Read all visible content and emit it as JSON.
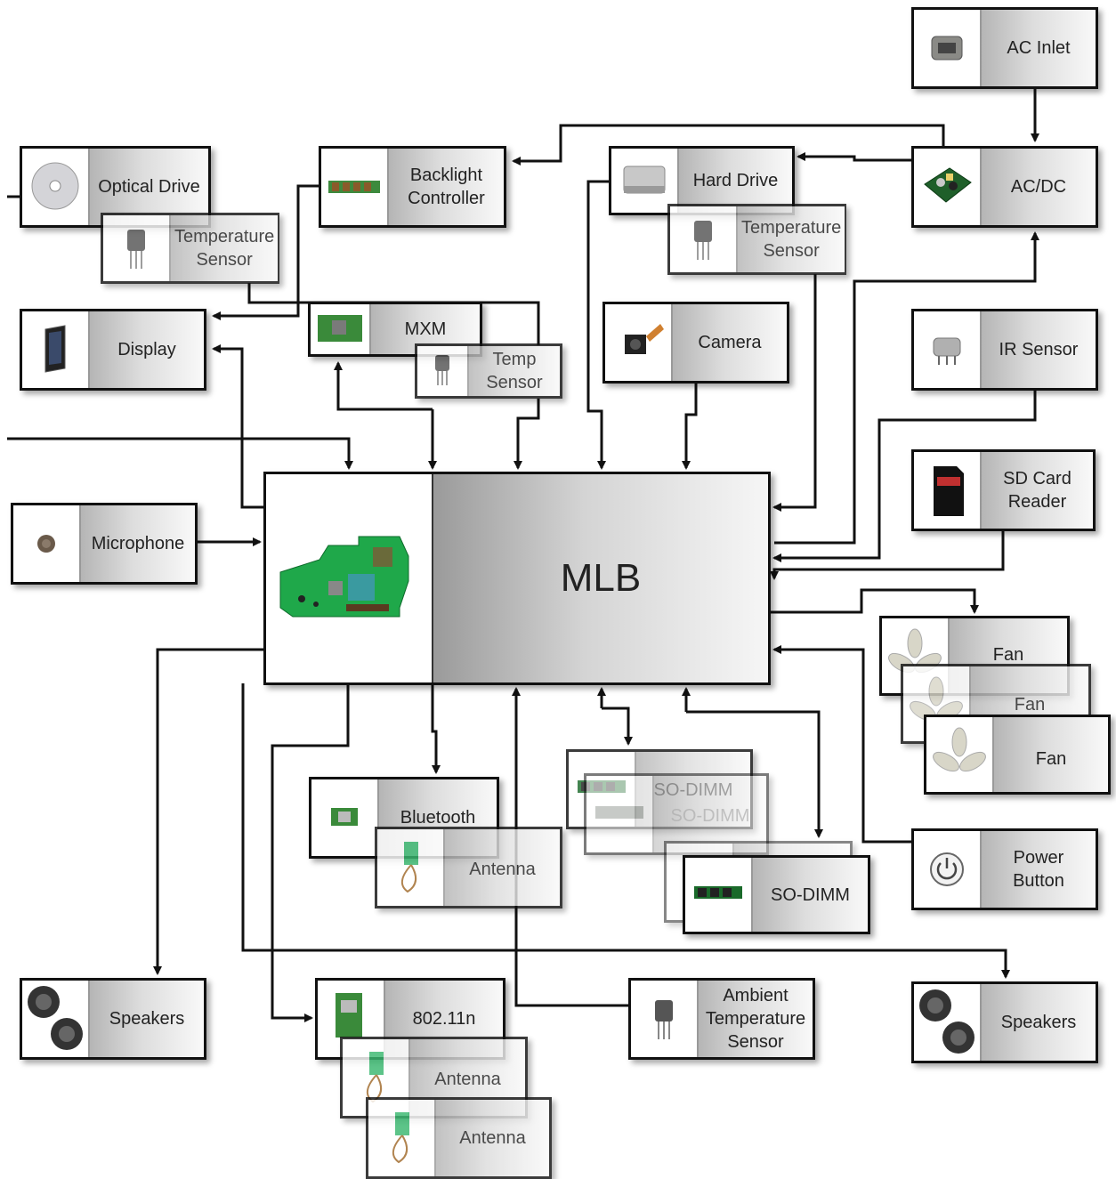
{
  "diagram": {
    "components": {
      "ac_inlet": "AC Inlet",
      "ac_dc": "AC/DC",
      "optical_drive": "Optical Drive",
      "temp_sensor_optical": "Temperature\nSensor",
      "backlight_controller": "Backlight\nController",
      "hard_drive": "Hard Drive",
      "temp_sensor_hdd": "Temperature\nSensor",
      "display": "Display",
      "mxm": "MXM",
      "temp_sensor_mxm": "Temp\nSensor",
      "camera": "Camera",
      "ir_sensor": "IR Sensor",
      "sd_card_reader": "SD Card\nReader",
      "microphone": "Microphone",
      "mlb": "MLB",
      "fan_1": "Fan",
      "fan_2": "Fan",
      "fan_3": "Fan",
      "bluetooth": "Bluetooth",
      "antenna_bt": "Antenna",
      "so_dimm_1": "SO-DIMM",
      "so_dimm_2": "SO-DIMM",
      "so_dimm_3": "SO-DIMM",
      "power_button": "Power\nButton",
      "speakers_left": "Speakers",
      "speakers_right": "Speakers",
      "wifi": "802.11n",
      "antenna_wifi_1": "Antenna",
      "antenna_wifi_2": "Antenna",
      "ambient_temp_sensor": "Ambient\nTemperature\nSensor"
    },
    "colors": {
      "wire": "#111111",
      "board_green": "#1fa84a"
    }
  }
}
